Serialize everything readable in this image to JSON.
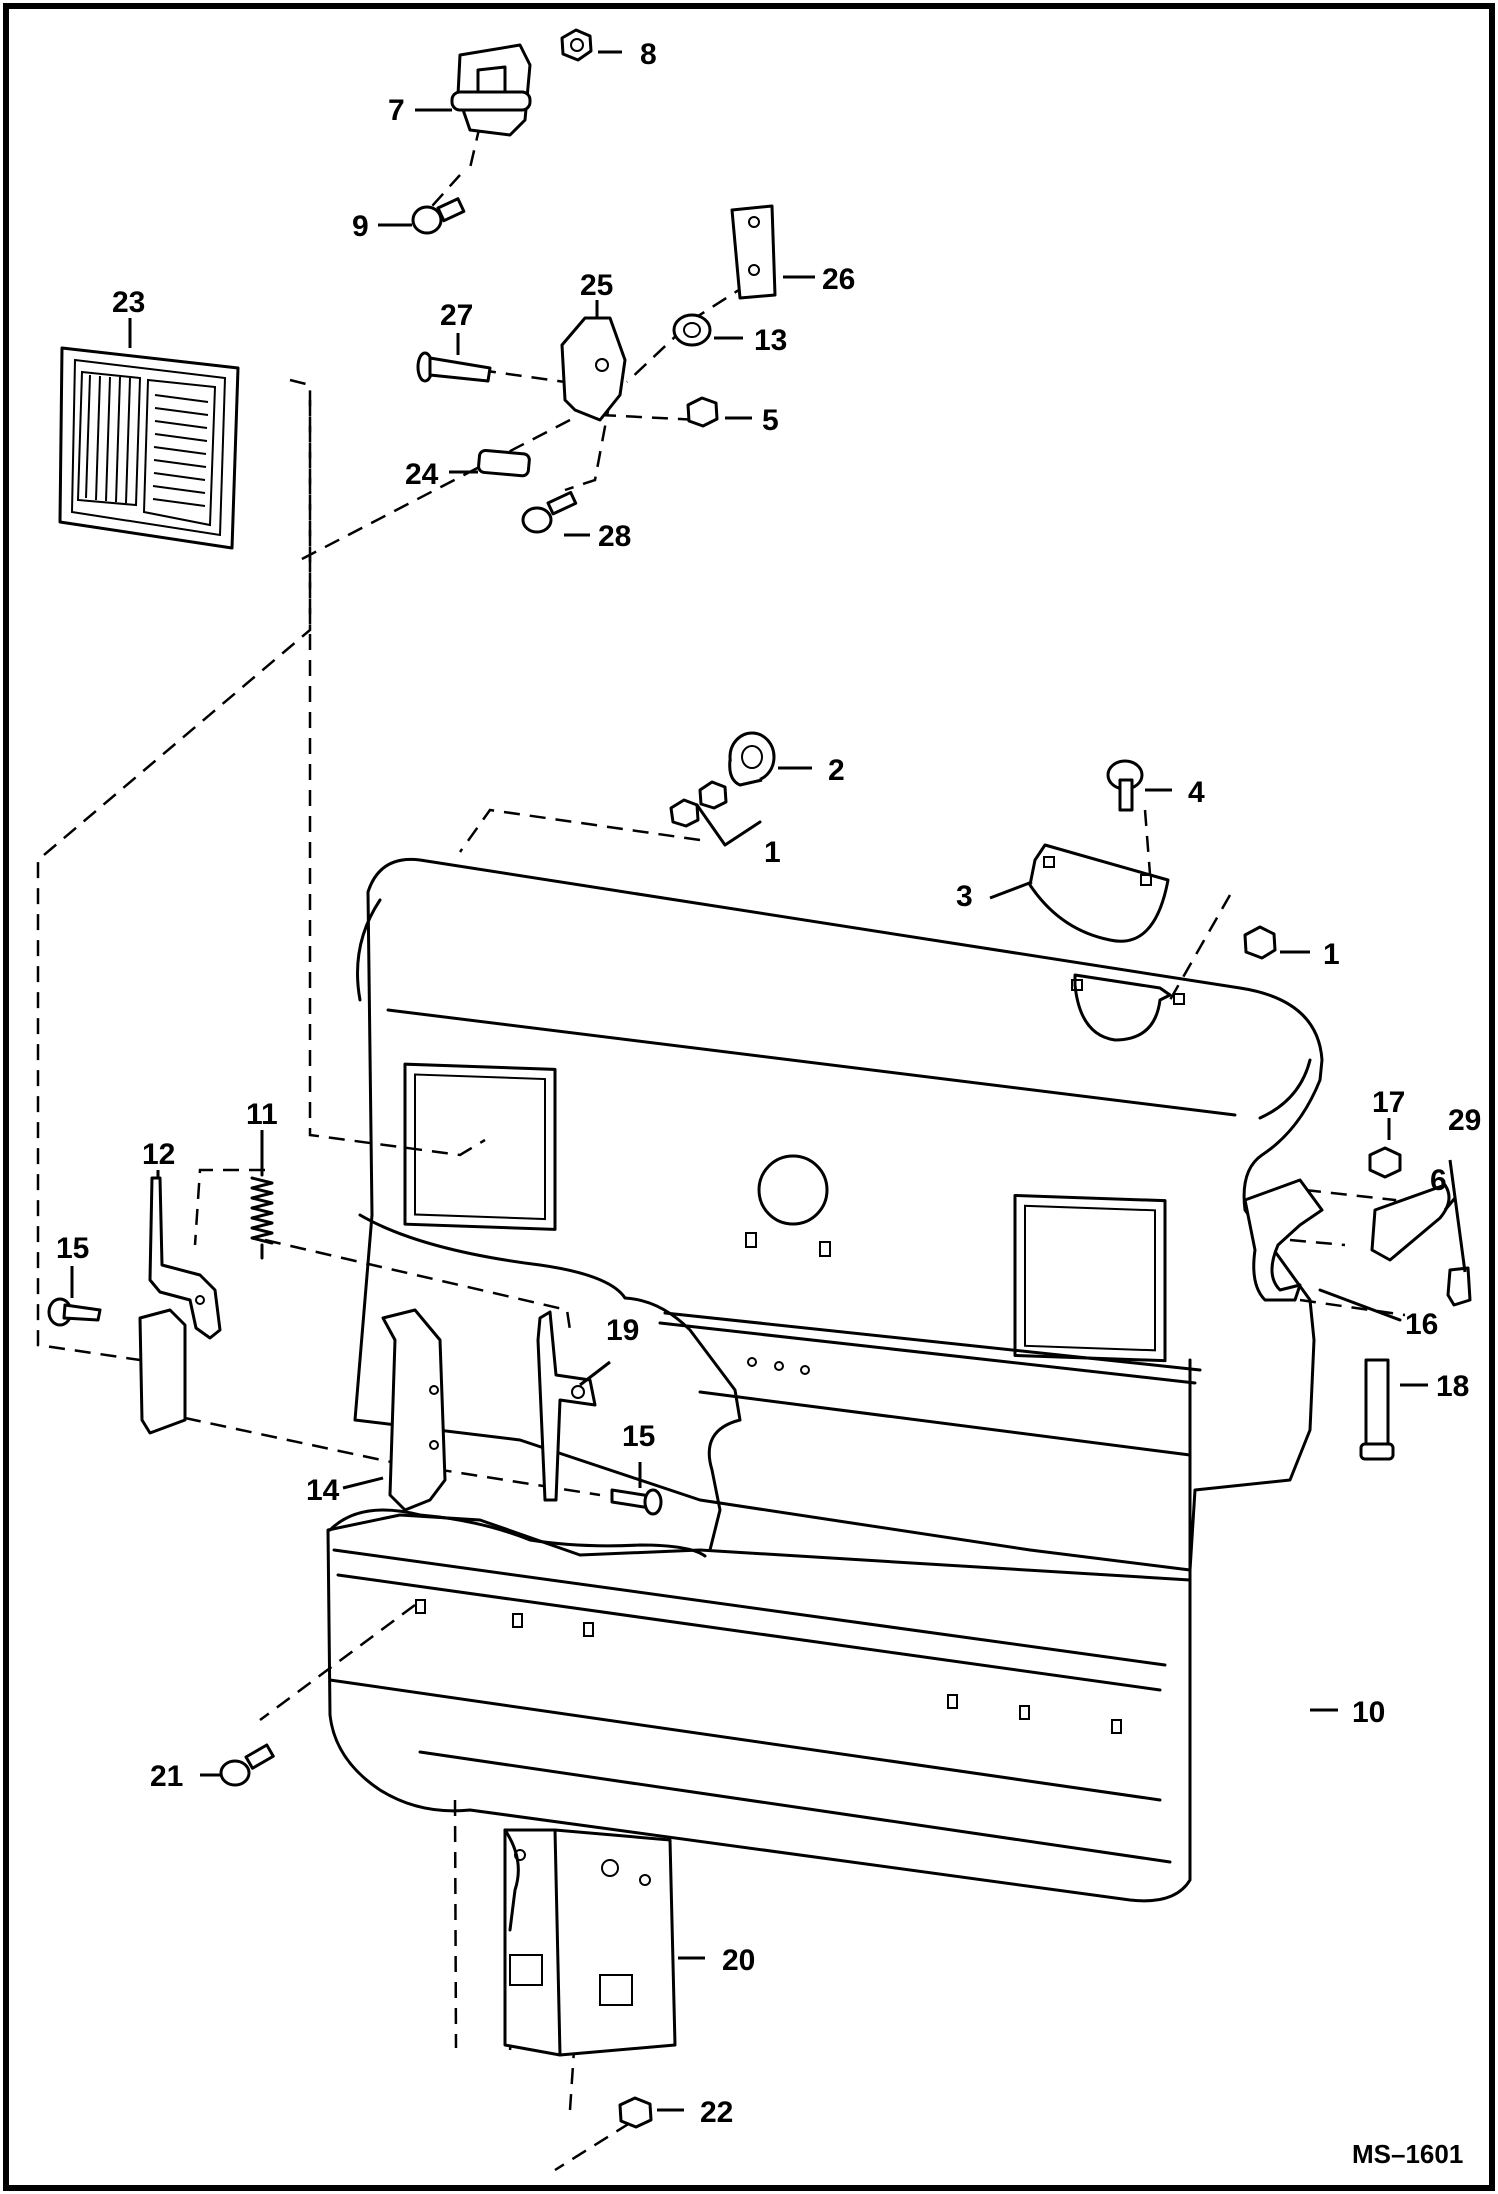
{
  "drawing_code": "MS–1601",
  "callouts": {
    "c1": "1",
    "c1b": "1",
    "c2": "2",
    "c3": "3",
    "c4": "4",
    "c5": "5",
    "c6": "6",
    "c7": "7",
    "c8": "8",
    "c9": "9",
    "c10": "10",
    "c11": "11",
    "c12": "12",
    "c13": "13",
    "c14": "14",
    "c15": "15",
    "c15b": "15",
    "c16": "16",
    "c17": "17",
    "c18": "18",
    "c19": "19",
    "c20": "20",
    "c21": "21",
    "c22": "22",
    "c23": "23",
    "c24": "24",
    "c25": "25",
    "c26": "26",
    "c27": "27",
    "c28": "28",
    "c29": "29"
  }
}
